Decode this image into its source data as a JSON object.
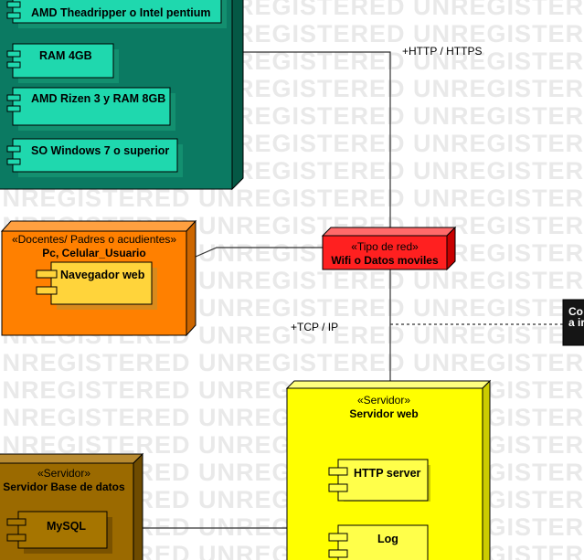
{
  "watermark": "UNREGISTERED UNREGISTERED UNREGISTERED UNREGISTERED",
  "colors": {
    "client_node": "#ff8000",
    "server_node": "#ffff00",
    "network_node": "#ff2020",
    "db_node": "#9b6a00",
    "requirements_node": "#0b7a62",
    "requirement_component": "#1fd8ae",
    "component": "#ffd43b",
    "note": "#151515"
  },
  "requirements_node": {
    "components": [
      "AMD Theadripper o Intel pentium",
      "RAM 4GB",
      "AMD Rizen 3 y RAM 8GB",
      "SO Windows 7 o superior"
    ]
  },
  "client_node": {
    "stereotype": "«Docentes/ Padres o acudientes»",
    "name": "Pc, Celular_Usuario",
    "component": "Navegador web"
  },
  "network_node": {
    "stereotype": "«Tipo de red»",
    "name": "Wifi o Datos moviles"
  },
  "web_server_node": {
    "stereotype": "«Servidor»",
    "name": "Servidor web",
    "components": [
      "HTTP server",
      "Log"
    ]
  },
  "db_server_node": {
    "stereotype": "«Servidor»",
    "name": "Servidor Base de datos",
    "component": "MySQL"
  },
  "links": {
    "http_label": "+HTTP / HTTPS",
    "tcp_label": "+TCP / IP"
  },
  "note": {
    "lines": [
      "Co",
      "a ir"
    ]
  }
}
